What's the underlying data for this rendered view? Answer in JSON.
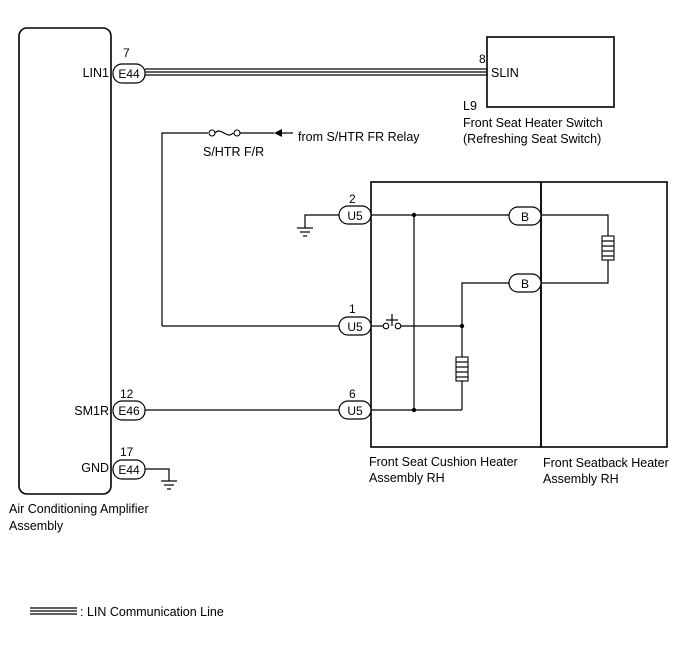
{
  "ac_amp": {
    "name_line1": "Air Conditioning Amplifier",
    "name_line2": "Assembly",
    "terminals": [
      {
        "name": "LIN1",
        "pin": "7",
        "connector": "E44"
      },
      {
        "name": "SM1R",
        "pin": "12",
        "connector": "E46"
      },
      {
        "name": "GND",
        "pin": "17",
        "connector": "E44"
      }
    ]
  },
  "switch": {
    "code": "L9",
    "name_line1": "Front Seat Heater Switch",
    "name_line2": "(Refreshing Seat Switch)",
    "terminal": "SLIN",
    "pin": "8"
  },
  "fuse": {
    "label": "S/HTR F/R",
    "source": "from S/HTR FR Relay"
  },
  "cushion": {
    "name_line1": "Front Seat Cushion Heater",
    "name_line2": "Assembly RH",
    "connector": "U5",
    "pins": [
      "2",
      "1",
      "6"
    ]
  },
  "seatback": {
    "name_line1": "Front Seatback Heater",
    "name_line2": "Assembly RH",
    "connector": "B"
  },
  "legend": {
    "text": ": LIN Communication Line"
  }
}
